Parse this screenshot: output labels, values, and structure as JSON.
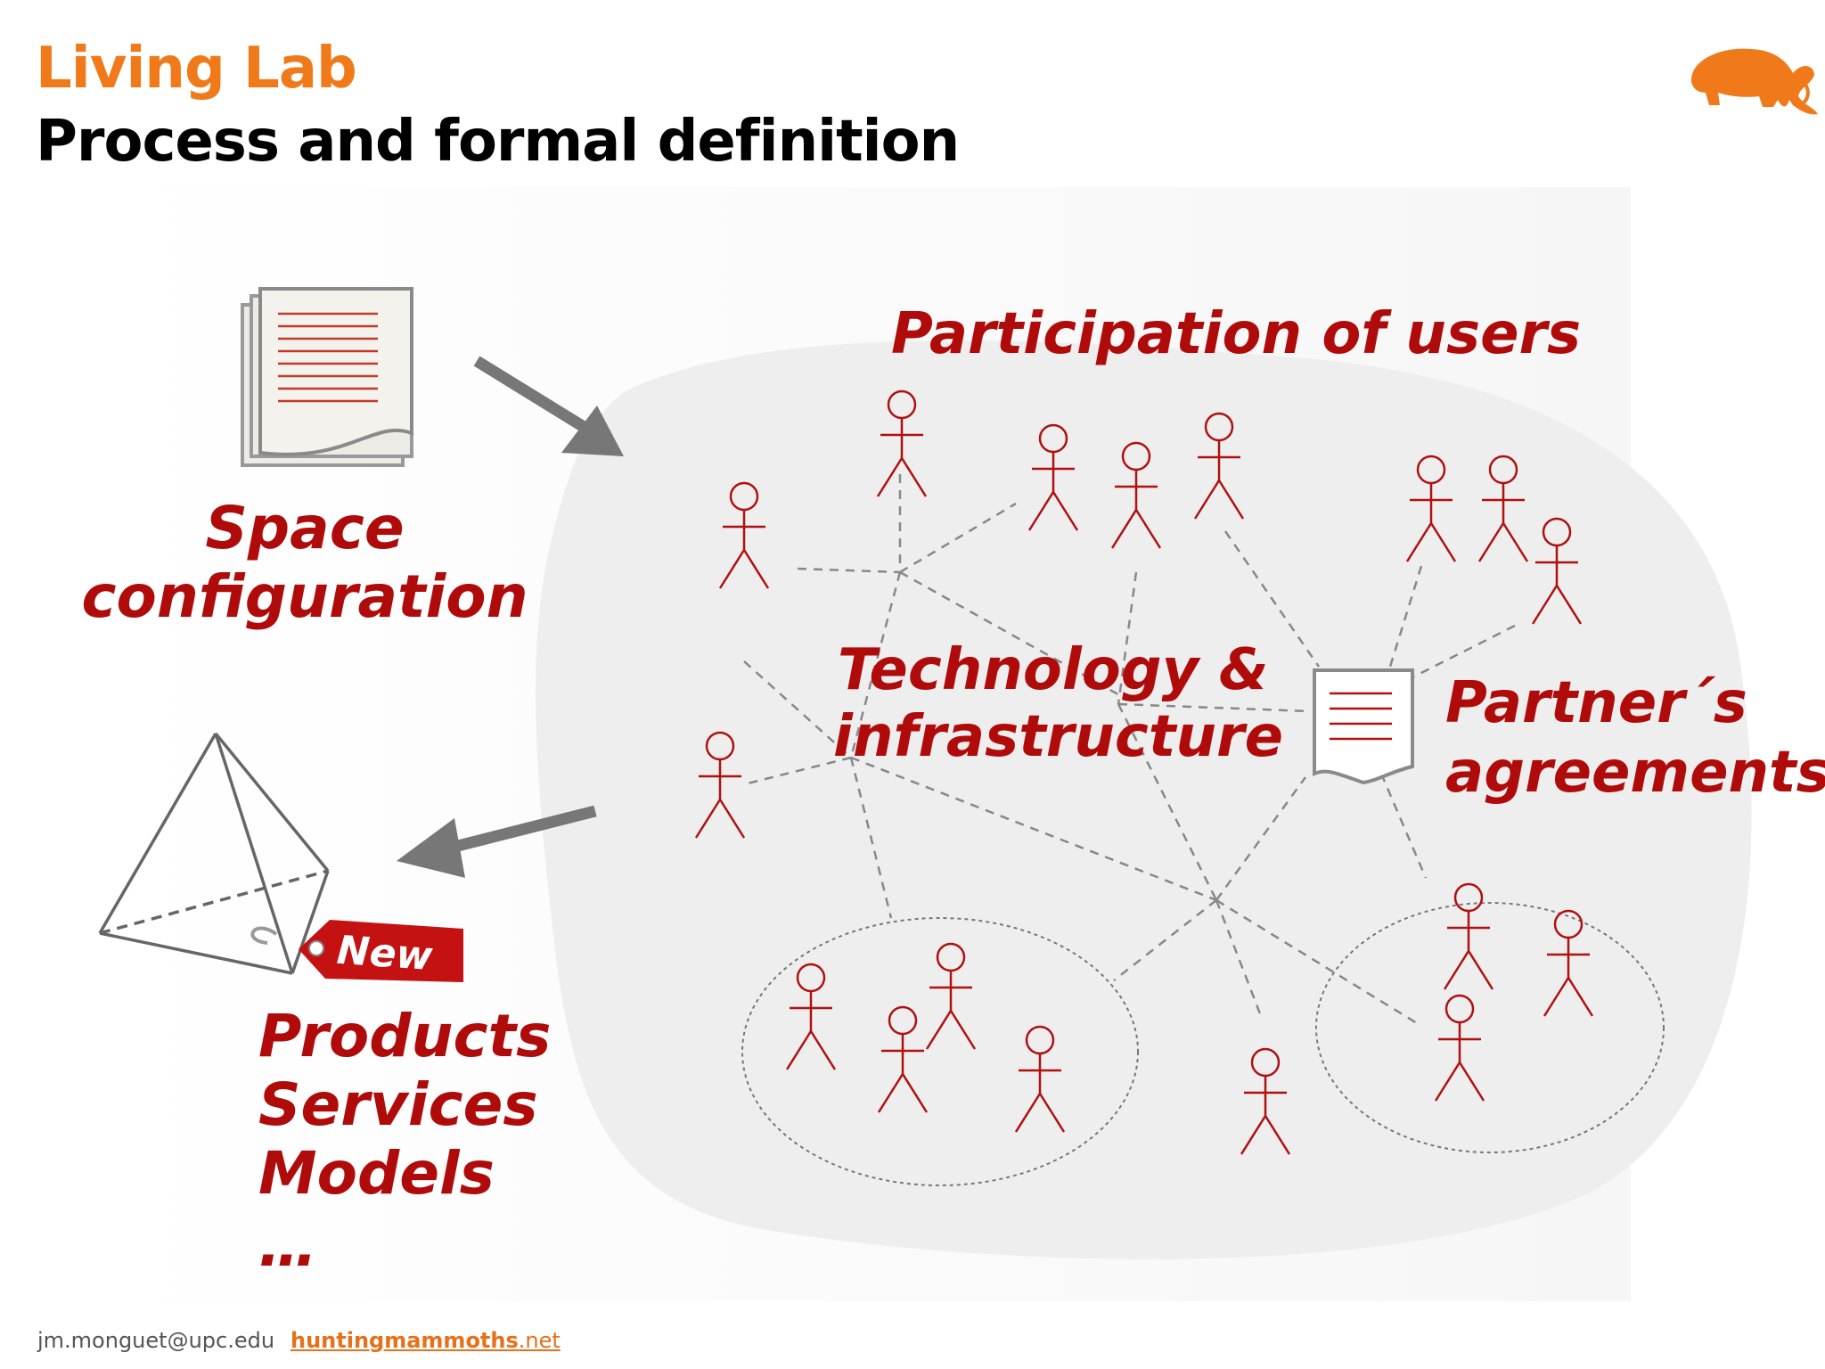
{
  "header": {
    "title": "Living Lab",
    "subtitle": "Process and formal definition"
  },
  "diagram": {
    "space_label_line1": "Space",
    "space_label_line2": "configuration",
    "participation_label": "Participation of users",
    "technology_label_line1": "Technology &",
    "technology_label_line2": "infrastructure",
    "partners_label_line1": "Partner´s",
    "partners_label_line2": "agreements",
    "new_tag": "New",
    "outputs": [
      "Products",
      "Services",
      "Models",
      "…"
    ]
  },
  "colors": {
    "title": "#f07a1a",
    "accent_red": "#b00b0b",
    "blob": "#f0f0f0",
    "logo": "#f07a1a"
  },
  "footer": {
    "email": "jm.monguet@upc.edu",
    "link_main": "huntingmammoths",
    "link_tld": ".net"
  },
  "icons": [
    "mammoth-logo-icon",
    "document-stack-icon",
    "contract-document-icon",
    "pyramid-icon",
    "new-tag-icon",
    "stick-figure-icon"
  ]
}
